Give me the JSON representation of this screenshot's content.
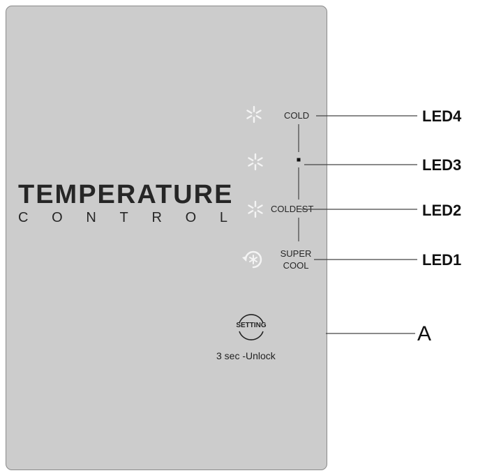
{
  "panel": {
    "title": "TEMPERATURE",
    "subtitle": [
      "C",
      "O",
      "N",
      "T",
      "R",
      "O",
      "L"
    ],
    "levels": {
      "cold": "COLD",
      "coldest": "COLDEST",
      "super_cool": [
        "SUPER",
        "COOL"
      ]
    },
    "setting_button": {
      "label": "SETTING",
      "caption": "3 sec -Unlock"
    }
  },
  "callouts": {
    "led4": "LED4",
    "led3": "LED3",
    "led2": "LED2",
    "led1": "LED1",
    "a": "A"
  },
  "icons": [
    "snowflake-icon",
    "snowflake-icon",
    "snowflake-icon",
    "supercool-fan-icon",
    "setting-ring-icon"
  ],
  "colors": {
    "panel": "#cccccc",
    "icon_glow": "#f2f2f2",
    "text": "#262626"
  }
}
